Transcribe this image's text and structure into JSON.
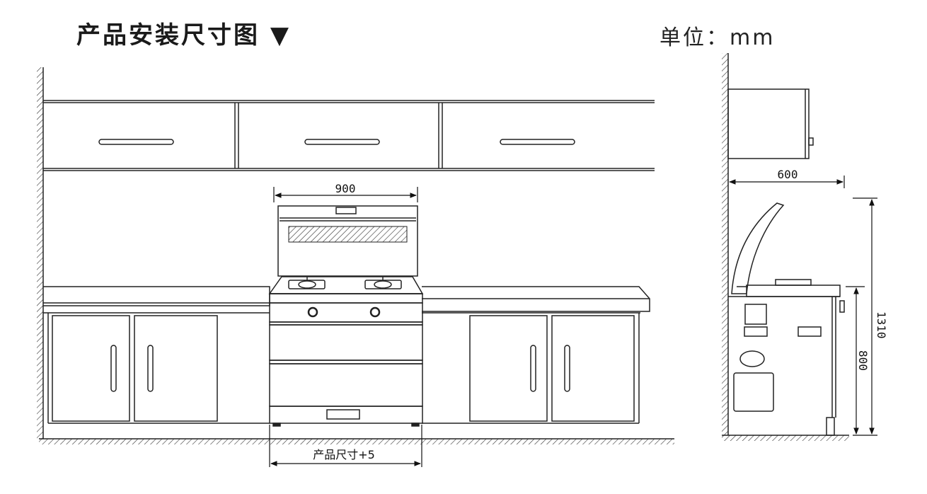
{
  "header": {
    "title": "产品安装尺寸图 ▼",
    "unit": "单位：mm"
  },
  "dimensions": {
    "hood_width": "900",
    "counter_gap": "产品尺寸+5",
    "cabinet_depth": "600",
    "total_height": "1310",
    "counter_height": "800"
  }
}
